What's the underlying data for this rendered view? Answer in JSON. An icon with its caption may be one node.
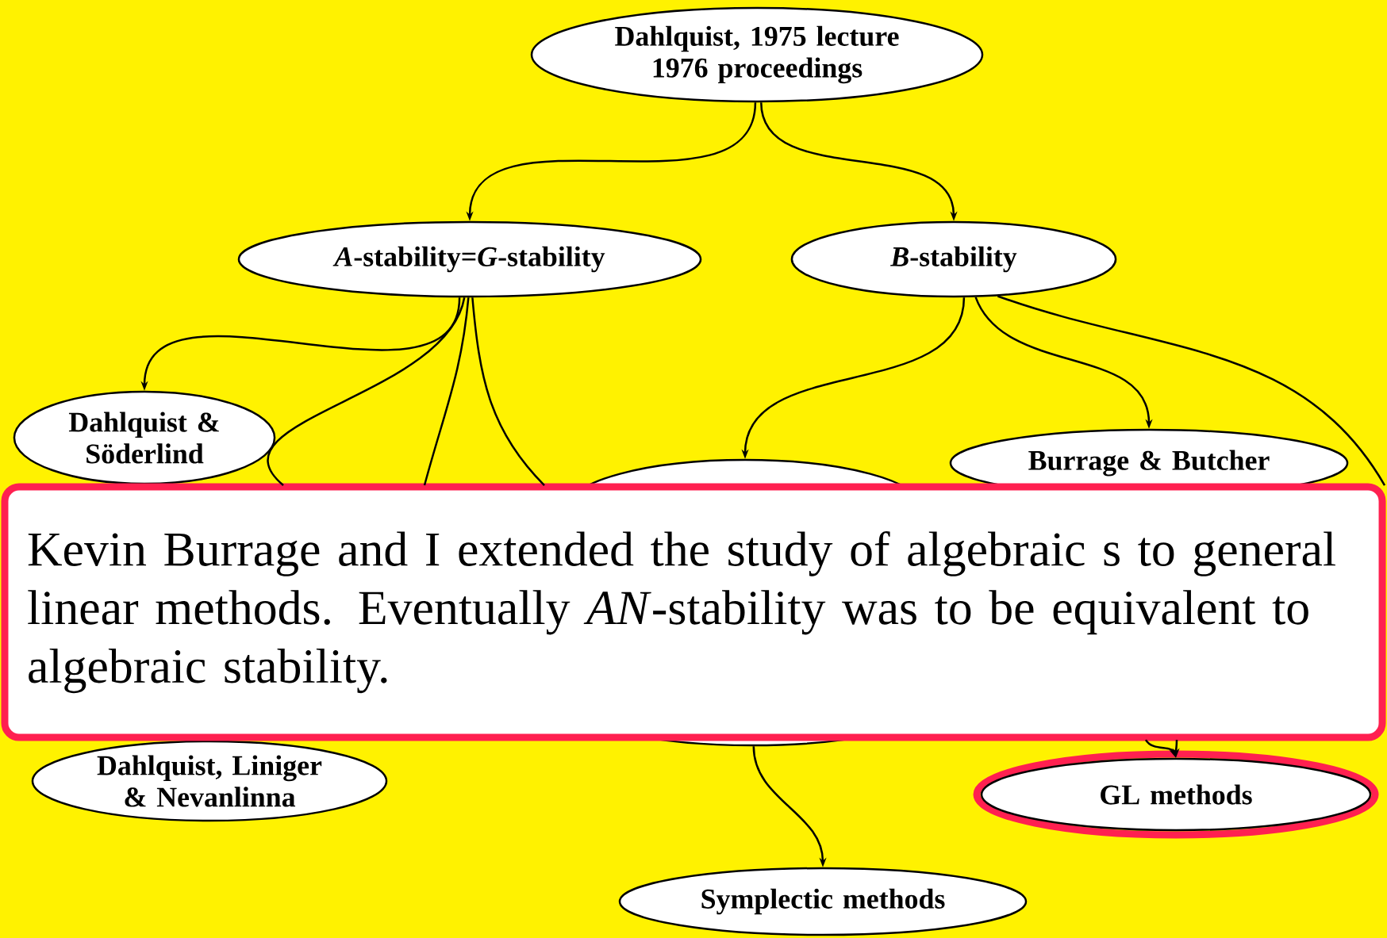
{
  "diagram": {
    "nodes": [
      {
        "text": [
          "Dahlquist, 1975 lecture 1976 proceedings"
        ]
      },
      {
        "text": [
          "*A*-stability=*G*-stability"
        ]
      },
      {
        "text": [
          "*B*-stability"
        ]
      },
      {
        "text": [
          "Dahlquist & Söderlind"
        ]
      },
      {
        "text": [],
        "shape": "ellipse"
      },
      {
        "text": [
          "Burrage & Butcher"
        ]
      },
      {
        "text": [
          "Kevin Burrage and I extended the study of algebraic s to general linear methods. Eventually *AN*-stability was to be equivalent to algebraic stability."
        ]
      },
      {
        "text": [
          "Dahlquist, Liniger & Nevanlinna"
        ]
      },
      {
        "text": [],
        "shape": "ellipse"
      },
      {
        "text": [
          "GL methods"
        ]
      },
      {
        "text": [
          "Symplectic methods"
        ]
      }
    ],
    "edges": [
      {
        "from": 0,
        "to": 1,
        "arrow": "to"
      },
      {
        "from": 0,
        "to": 2,
        "arrow": "to"
      },
      {
        "from": 1,
        "to": 3,
        "arrow": "to"
      },
      {
        "from": 1,
        "to": 6,
        "arrow": "none"
      },
      {
        "from": 1,
        "to": 6,
        "arrow": "none"
      },
      {
        "from": 1,
        "to": 6,
        "arrow": "none"
      },
      {
        "from": 2,
        "to": 4,
        "arrow": "to"
      },
      {
        "from": 2,
        "to": 5,
        "arrow": "to"
      },
      {
        "from": 2,
        "to": 6,
        "arrow": "none"
      },
      {
        "from": 8,
        "to": 10,
        "arrow": "to"
      },
      {
        "from": 6,
        "to": 9,
        "arrow": "to"
      },
      {
        "from": 6,
        "to": 9,
        "arrow": "to"
      }
    ]
  }
}
